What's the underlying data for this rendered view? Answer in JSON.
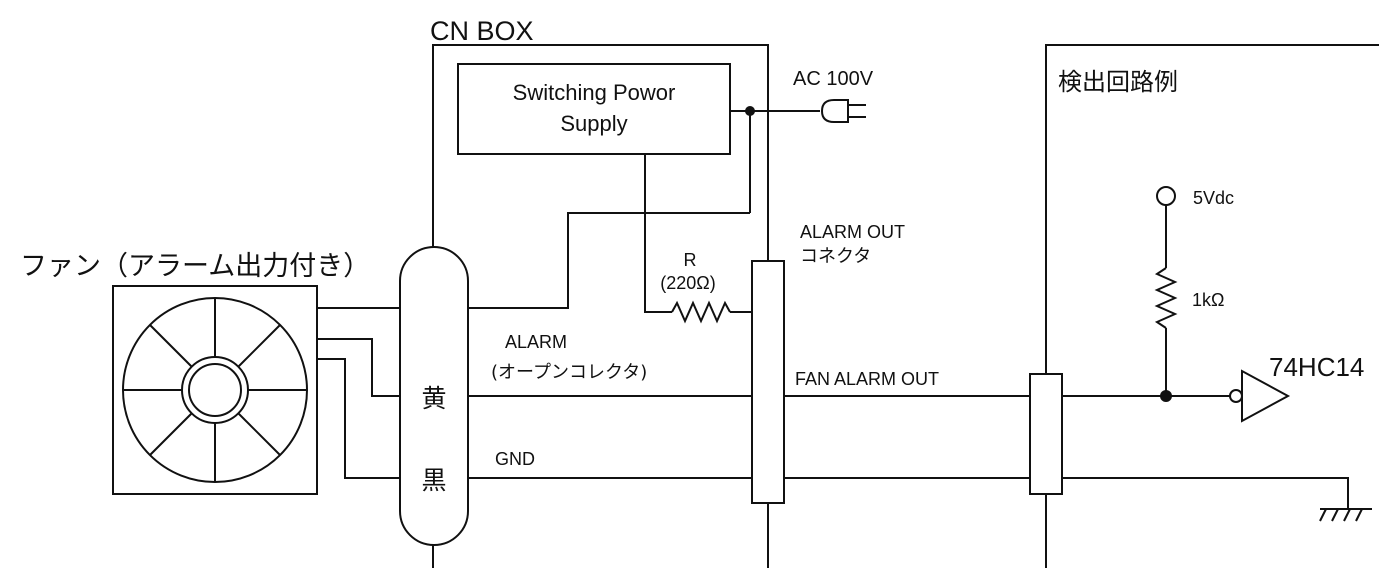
{
  "cn_box": {
    "title": "CN  BOX"
  },
  "psu": {
    "line1": "Switching Powor",
    "line2": "Supply"
  },
  "ac_input": {
    "label": "AC  100V"
  },
  "fan": {
    "title": "ファン（アラーム出力付き）"
  },
  "harness": {
    "yellow": "黄",
    "black": "黒"
  },
  "resistor_r": {
    "name": "R",
    "value": "(220Ω)"
  },
  "alarm_out_connector": {
    "line1": "ALARM OUT",
    "line2": "コネクタ"
  },
  "signals": {
    "alarm": "ALARM",
    "alarm_type": "(オープンコレクタ)",
    "gnd": "GND",
    "fan_alarm_out": "FAN  ALARM OUT"
  },
  "detect_circuit": {
    "title": "検出回路例",
    "supply": "5Vdc",
    "pullup": "1kΩ",
    "ic": "74HC14"
  }
}
